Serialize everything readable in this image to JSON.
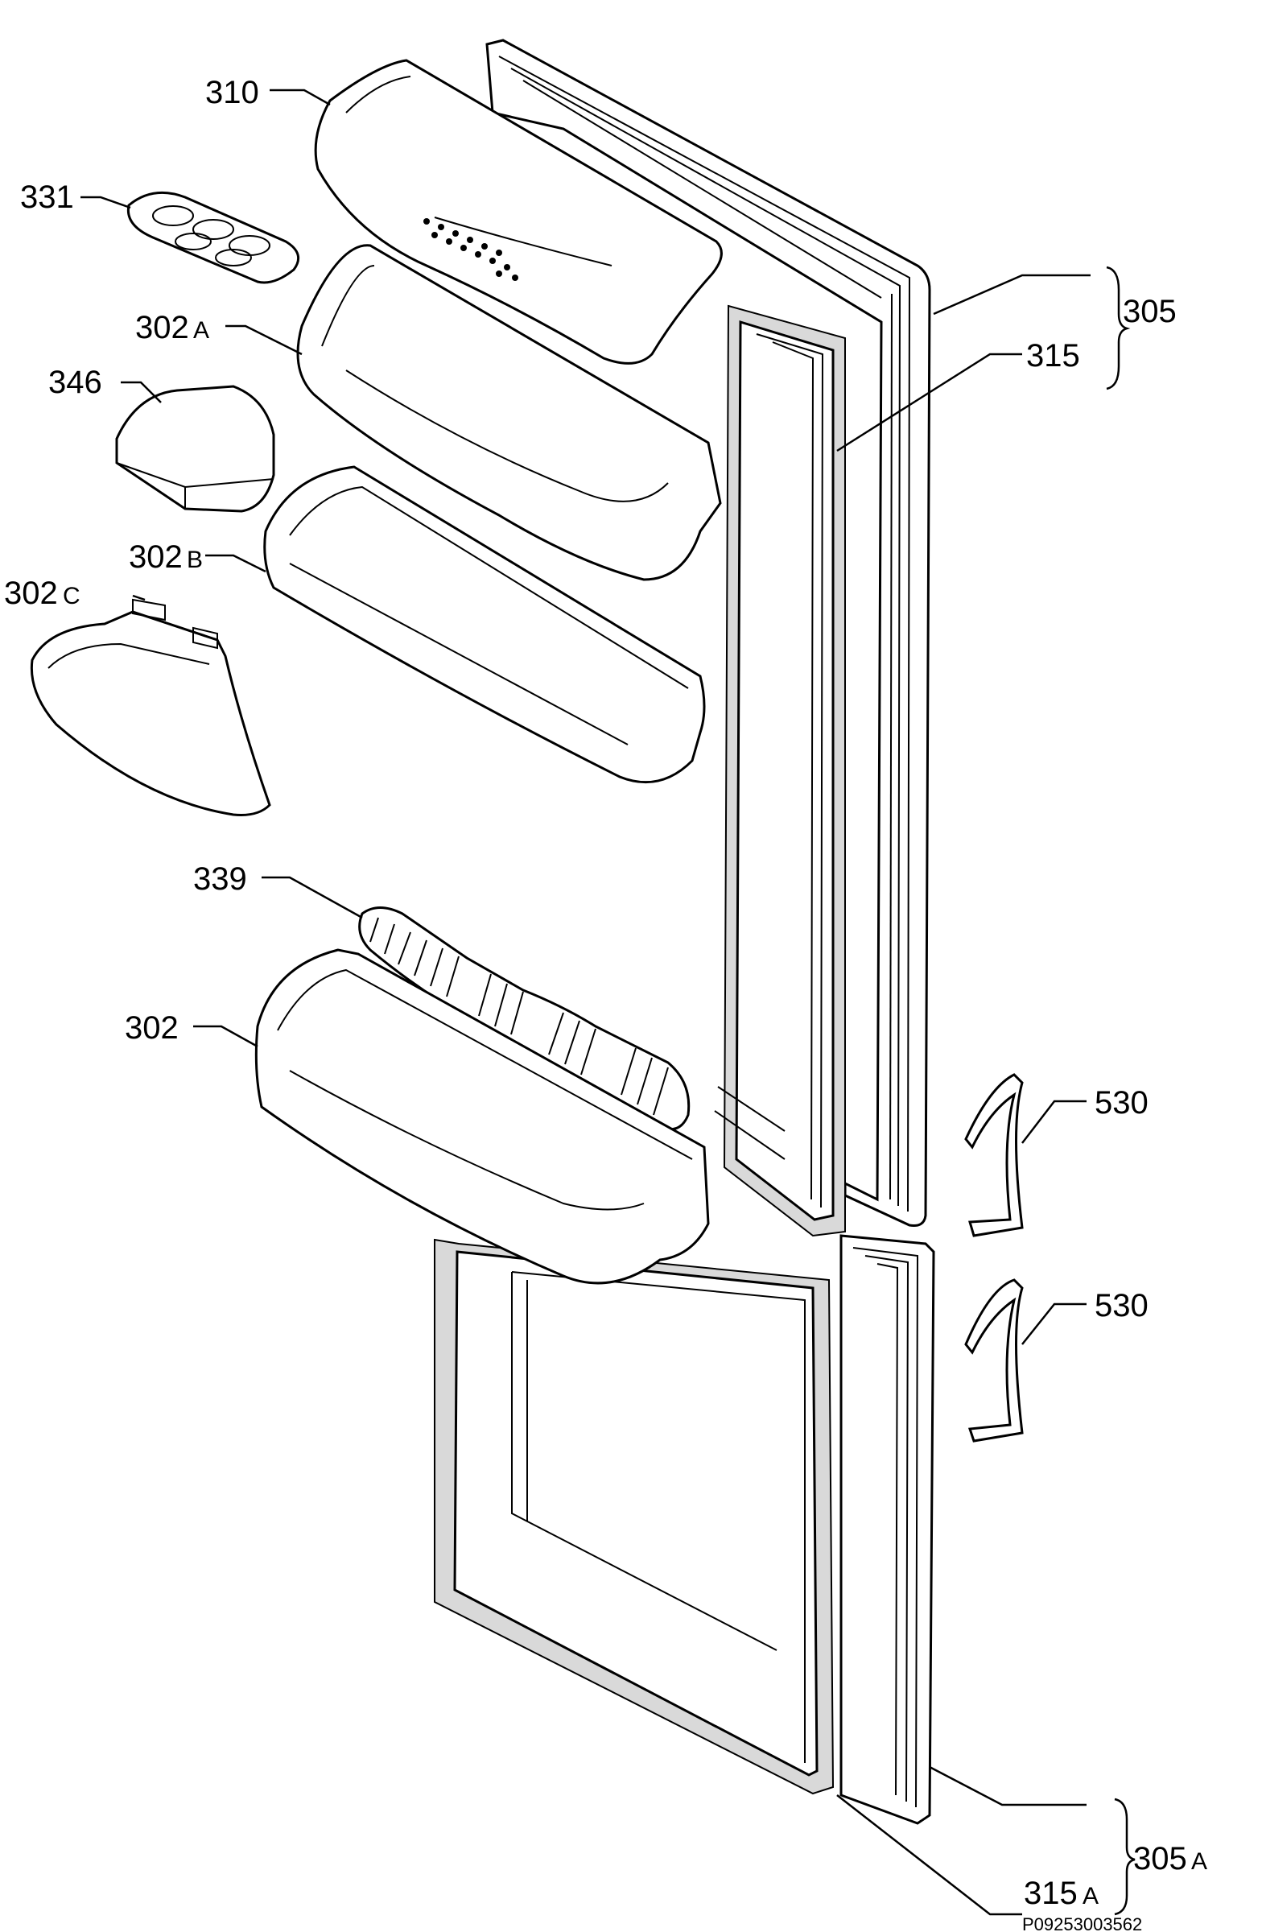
{
  "diagram": {
    "labels": {
      "p310": "310",
      "p331": "331",
      "p302A_num": "302",
      "p302A_suf": "A",
      "p346": "346",
      "p302B_num": "302",
      "p302B_suf": "B",
      "p302C_num": "302",
      "p302C_suf": "C",
      "p339": "339",
      "p302": "302",
      "p305": "305",
      "p315": "315",
      "p530a": "530",
      "p530b": "530",
      "p305A_num": "305",
      "p305A_suf": "A",
      "p315A_num": "315",
      "p315A_suf": "A"
    },
    "reference_code": "P09253003562"
  }
}
